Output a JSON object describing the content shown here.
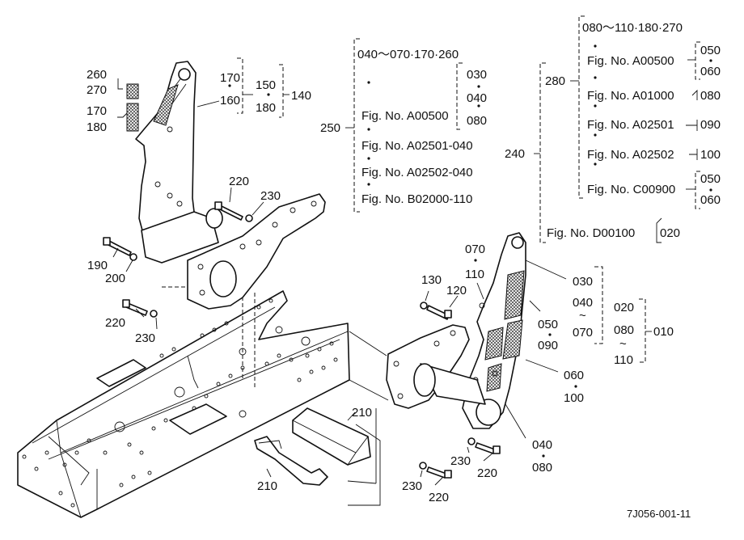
{
  "callouts": {
    "c260": "260",
    "c270": "270",
    "c170a": "170",
    "c180a": "180",
    "c170b": "170",
    "c160": "160",
    "c150": "150",
    "c180b": "180",
    "c140": "140",
    "c220a": "220",
    "c230a": "230",
    "c190": "190",
    "c200": "200",
    "c220b": "220",
    "c230b": "230",
    "c210a": "210",
    "c210b": "210",
    "c130": "130",
    "c120": "120",
    "c070": "070",
    "c110": "110",
    "c030": "030",
    "c040": "040",
    "c070b": "070",
    "c050": "050",
    "c090": "090",
    "c020": "020",
    "c080": "080",
    "c110b": "110",
    "c010": "010",
    "c060": "060",
    "c100": "100",
    "c040b": "040",
    "c080b": "080",
    "c230c": "230",
    "c220c": "220",
    "c230d": "230",
    "c220d": "220",
    "c250": "250",
    "c240": "240",
    "c280": "280"
  },
  "group250": {
    "range": "040～070·170·260",
    "fig1": "Fig. No. A00500",
    "fig1_opts": [
      "030",
      "040",
      "080"
    ],
    "fig2": "Fig. No. A02501-040",
    "fig3": "Fig. No. A02502-040",
    "fig4": "Fig. No. B02000-110"
  },
  "group280": {
    "range": "080～110·180·270",
    "fig1": "Fig. No. A00500",
    "fig1_opts": [
      "050",
      "060"
    ],
    "fig2": "Fig. No. A01000",
    "fig2_opt": "080",
    "fig3": "Fig. No. A02501",
    "fig3_opt": "090",
    "fig4": "Fig. No. A02502",
    "fig4_opt": "100",
    "fig5": "Fig. No. C00900",
    "fig5_opts": [
      "050",
      "060"
    ]
  },
  "group240": {
    "fig": "Fig. No. D00100",
    "fig_opt": "020"
  },
  "tilde": "~",
  "drawing_code": "7J056-001-11"
}
